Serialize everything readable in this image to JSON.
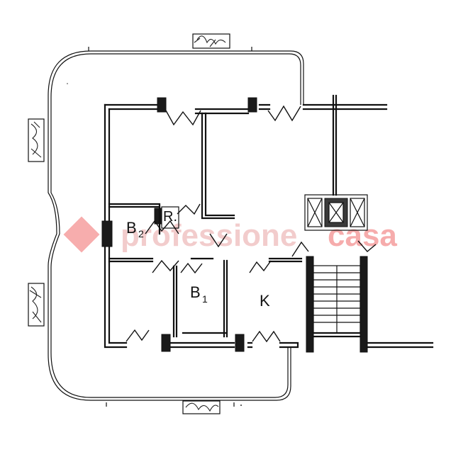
{
  "rooms": {
    "b2": {
      "main": "B",
      "sub": "2"
    },
    "r": {
      "main": "R."
    },
    "b1": {
      "main": "B",
      "sub": "1"
    },
    "k": {
      "main": "K"
    }
  },
  "watermark": {
    "part1": "professione",
    "part2": "casa",
    "accent_color": "#f06a6a",
    "base_color": "#e8a4a4"
  }
}
